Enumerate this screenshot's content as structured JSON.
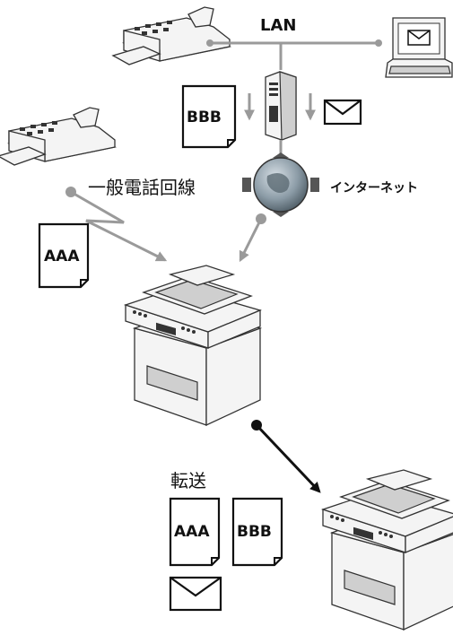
{
  "labels": {
    "lan": "LAN",
    "phone_line": "一般電話回線",
    "internet": "インターネット",
    "forward": "転送"
  },
  "documents": {
    "doc_a": "AAA",
    "doc_b": "BBB",
    "forwarded_a": "AAA",
    "forwarded_b": "BBB"
  },
  "colors": {
    "connector": "#9a9a9a",
    "forward_arrow": "#111111",
    "globe": "#7f8f9a"
  },
  "icons": [
    "fax-machine-icon",
    "laptop-icon",
    "server-tower-icon",
    "mail-envelope-icon",
    "globe-icon",
    "multifunction-printer-icon",
    "document-icon"
  ]
}
